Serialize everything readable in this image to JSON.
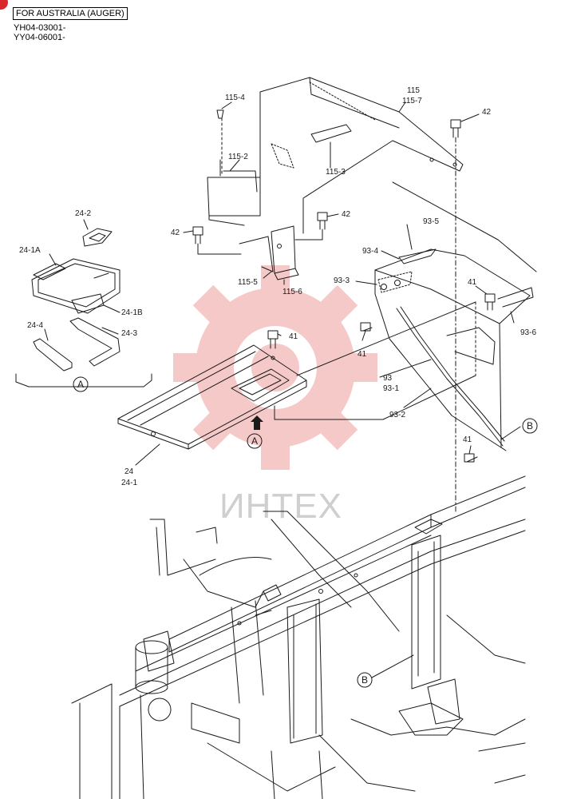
{
  "header": {
    "title": "FOR AUSTRALIA (AUGER)",
    "serials": [
      "YH04-03001-",
      "YY04-06001-"
    ]
  },
  "watermark": {
    "text": "ИНТЕХ",
    "color": "#e8282c"
  },
  "colors": {
    "line": "#1a1a1a",
    "watermark_gear": "#f6c9c9"
  },
  "callouts": {
    "c115_4": "115-4",
    "c115": "115",
    "c115_7": "115-7",
    "c42_top": "42",
    "c115_2": "115-2",
    "c115_3": "115-3",
    "c42_mid": "42",
    "c42_left": "42",
    "c115_5": "115-5",
    "c115_6": "115-6",
    "c24_2": "24-2",
    "c24_1A": "24-1A",
    "c24_1B": "24-1B",
    "c24_4": "24-4",
    "c24_3": "24-3",
    "cA_detail": "A",
    "c93_5": "93-5",
    "c93_4": "93-4",
    "c93_3": "93-3",
    "c41_right": "41",
    "c41_bracket": "41",
    "c93_6": "93-6",
    "c41_plate": "41",
    "c93": "93",
    "c93_1": "93-1",
    "c93_2": "93-2",
    "cA_arrow": "A",
    "c24": "24",
    "c24_1": "24-1",
    "cB_right": "B",
    "c41_lower": "41",
    "cB_lower": "B"
  }
}
